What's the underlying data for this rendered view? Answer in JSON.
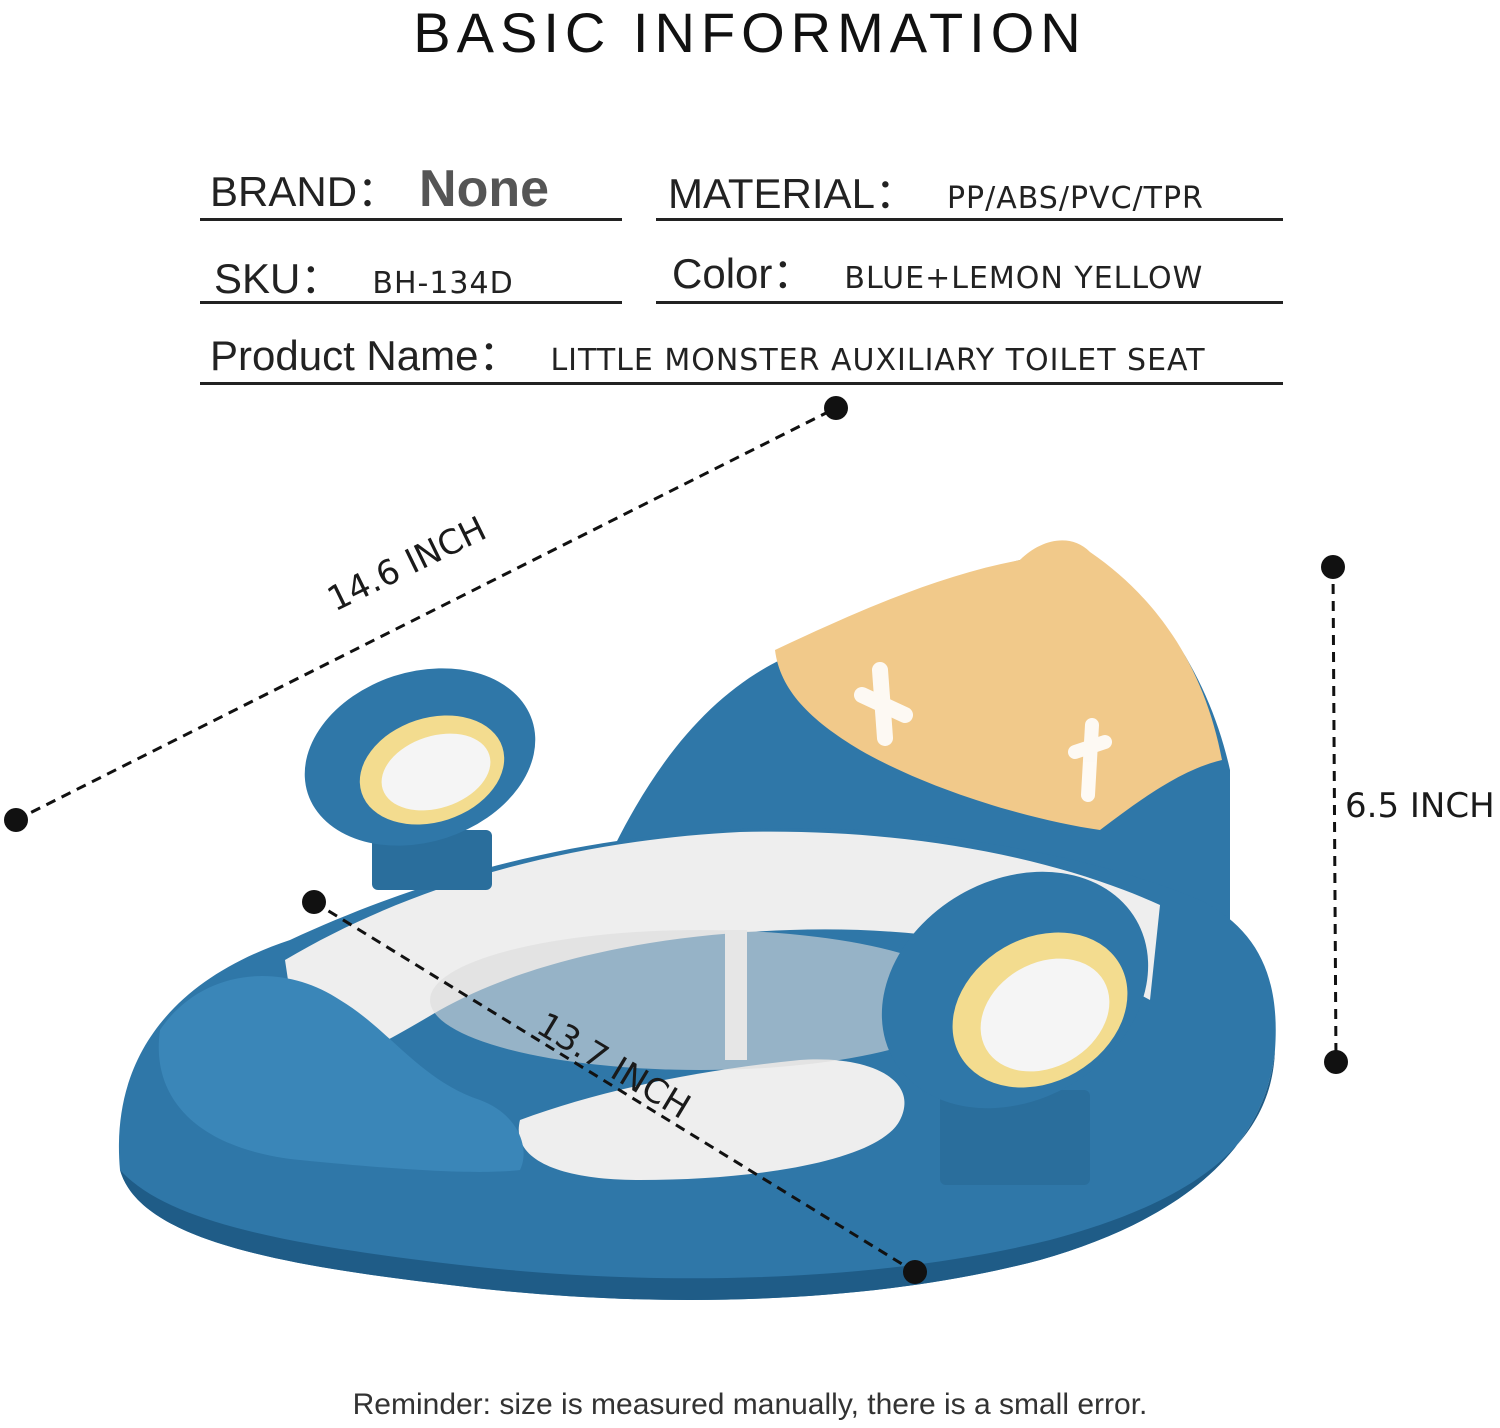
{
  "title": "BASIC INFORMATION",
  "specs": {
    "brand_label": "BRAND：",
    "brand_value": "None",
    "material_label": "MATERIAL：",
    "material_value": "PP/ABS/PVC/TPR",
    "sku_label": "SKU：",
    "sku_value": "BH-134D",
    "color_label": "Color：",
    "color_value": "BLUE+LEMON YELLOW",
    "product_name_label": "Product Name：",
    "product_name_value": "LITTLE MONSTER AUXILIARY TOILET SEAT"
  },
  "dimensions": {
    "length": "14.6 INCH",
    "height": "6.5 INCH",
    "width": "13.7 INCH"
  },
  "reminder": "Reminder: size is measured manually, there is a small error.",
  "colors": {
    "seat_blue": "#2f77a8",
    "seat_blue_dark": "#1f5c87",
    "backrest_yellow": "#f1c98a",
    "handle_yellow": "#f3dc8f",
    "cushion_white": "#eeeeee"
  }
}
